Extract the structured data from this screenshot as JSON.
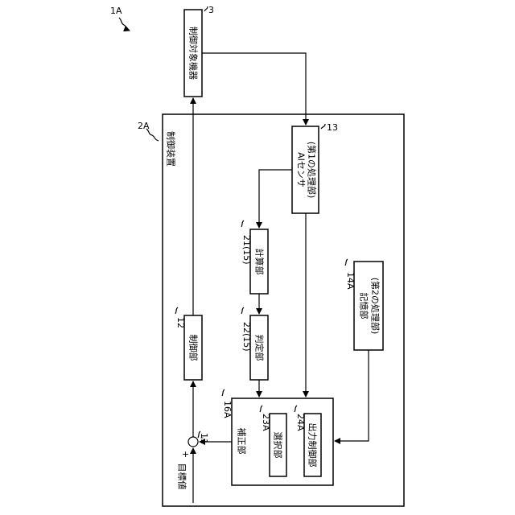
{
  "figure_ref": "1A",
  "controller": {
    "ref": "2A",
    "label": "制御装置"
  },
  "controlled_device": {
    "ref": "3",
    "label": "制御対象機器"
  },
  "ai_sensor": {
    "ref": "13",
    "label_line1": "AIセンサ",
    "label_line2": "(第1の処理部)"
  },
  "calc_unit": {
    "ref": "21(15)",
    "label": "計算部"
  },
  "judge_unit": {
    "ref": "22(15)",
    "label": "判定部"
  },
  "memory_unit": {
    "ref": "14A",
    "label_line1": "記憶部",
    "label_line2": "(第2の処理部)"
  },
  "control_unit": {
    "ref": "12",
    "label": "制御部"
  },
  "correction_unit": {
    "ref": "16A",
    "label": "補正部"
  },
  "select_unit": {
    "ref": "23A",
    "label": "選択部"
  },
  "output_control_unit": {
    "ref": "24A",
    "label": "出力制御部"
  },
  "summing_point": {
    "ref": "11",
    "plus": "+",
    "minus": "-"
  },
  "target_value": {
    "label": "目標値"
  }
}
